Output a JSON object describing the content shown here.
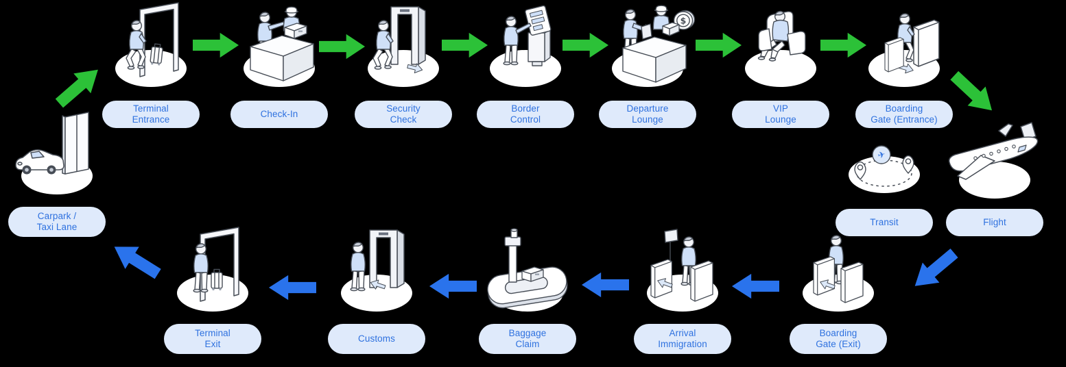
{
  "diagram": {
    "background": "#000000",
    "colors": {
      "outbound_arrow": "#2cc138",
      "inbound_arrow": "#2a73ec",
      "label_bg": "#dfeafb",
      "label_text": "#2e71df",
      "illustration_accent": "#cfe0f8"
    },
    "coin_symbol": "$",
    "transit_plane_glyph": "✈",
    "stages": [
      {
        "id": "carpark-taxi-lane",
        "label": "Carpark /\nTaxi Lane",
        "icon": "car-at-terminal-icon"
      },
      {
        "id": "terminal-entrance",
        "label": "Terminal\nEntrance",
        "icon": "passenger-entering-gate-icon"
      },
      {
        "id": "check-in",
        "label": "Check-In",
        "icon": "check-in-desk-icon"
      },
      {
        "id": "security-check",
        "label": "Security\nCheck",
        "icon": "metal-detector-icon"
      },
      {
        "id": "border-control",
        "label": "Border\nControl",
        "icon": "passport-kiosk-icon"
      },
      {
        "id": "departure-lounge",
        "label": "Departure\nLounge",
        "icon": "duty-free-counter-icon"
      },
      {
        "id": "vip-lounge",
        "label": "VIP\nLounge",
        "icon": "lounge-armchair-icon"
      },
      {
        "id": "boarding-gate-entrance",
        "label": "Boarding\nGate (Entrance)",
        "icon": "boarding-turnstile-icon"
      },
      {
        "id": "flight",
        "label": "Flight",
        "icon": "airplane-icon"
      },
      {
        "id": "transit",
        "label": "Transit",
        "icon": "transit-route-icon"
      },
      {
        "id": "boarding-gate-exit",
        "label": "Boarding\nGate (Exit)",
        "icon": "exit-turnstile-icon"
      },
      {
        "id": "arrival-immigration",
        "label": "Arrival\nImmigration",
        "icon": "immigration-gate-icon"
      },
      {
        "id": "baggage-claim",
        "label": "Baggage\nClaim",
        "icon": "baggage-carousel-icon"
      },
      {
        "id": "customs",
        "label": "Customs",
        "icon": "customs-scanner-icon"
      },
      {
        "id": "terminal-exit",
        "label": "Terminal\nExit",
        "icon": "passenger-exiting-gate-icon"
      }
    ],
    "arrows": [
      {
        "from": "Carpark / Taxi Lane",
        "to": "Terminal Entrance",
        "color": "green"
      },
      {
        "from": "Terminal Entrance",
        "to": "Check-In",
        "color": "green"
      },
      {
        "from": "Check-In",
        "to": "Security Check",
        "color": "green"
      },
      {
        "from": "Security Check",
        "to": "Border Control",
        "color": "green"
      },
      {
        "from": "Border Control",
        "to": "Departure Lounge",
        "color": "green"
      },
      {
        "from": "Departure Lounge",
        "to": "VIP Lounge",
        "color": "green"
      },
      {
        "from": "VIP Lounge",
        "to": "Boarding Gate (Entrance)",
        "color": "green"
      },
      {
        "from": "Boarding Gate (Entrance)",
        "to": "Flight",
        "color": "green"
      },
      {
        "from": "Flight",
        "to": "Boarding Gate (Exit)",
        "color": "blue"
      },
      {
        "from": "Boarding Gate (Exit)",
        "to": "Arrival Immigration",
        "color": "blue"
      },
      {
        "from": "Arrival Immigration",
        "to": "Baggage Claim",
        "color": "blue"
      },
      {
        "from": "Baggage Claim",
        "to": "Customs",
        "color": "blue"
      },
      {
        "from": "Customs",
        "to": "Terminal Exit",
        "color": "blue"
      },
      {
        "from": "Terminal Exit",
        "to": "Carpark / Taxi Lane",
        "color": "blue"
      }
    ]
  }
}
